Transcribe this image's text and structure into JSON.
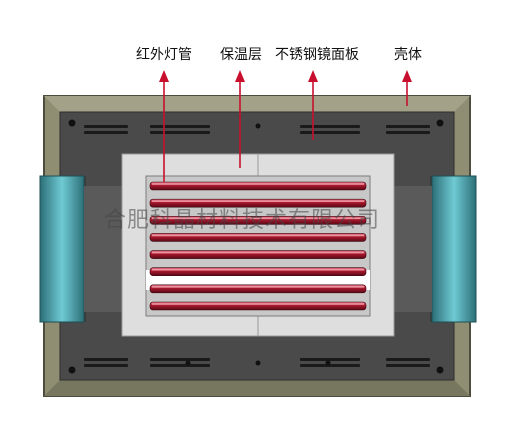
{
  "labels": {
    "heating_tube": "红外灯管",
    "insulation": "保温层",
    "stainless_mirror": "不锈钢镜面板",
    "housing": "壳体"
  },
  "watermark": "合肥科晶材料技术有限公司",
  "colors": {
    "housing": "#8f8e73",
    "housing_edge": "#5d5c4a",
    "inner_wall": "#4a4a4a",
    "insulation": "#dcdcdc",
    "mirror": "#b9b9b9",
    "tube": "#a4162c",
    "arrow": "#c8102e",
    "flange": "#3f9aa5"
  },
  "tube_count": 8
}
